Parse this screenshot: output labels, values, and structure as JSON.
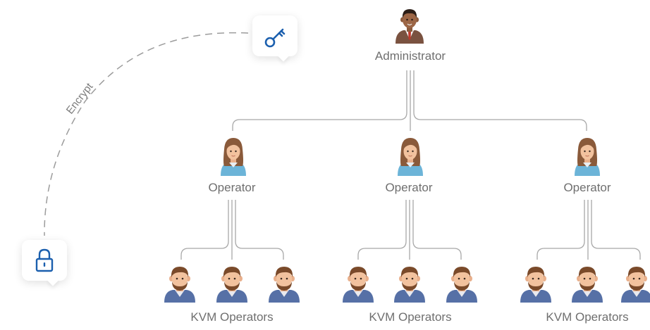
{
  "encrypt_label": "Encrypt",
  "admin": {
    "label": "Administrator"
  },
  "operators": [
    {
      "label": "Operator",
      "group_label": "KVM Operators"
    },
    {
      "label": "Operator",
      "group_label": "KVM Operators"
    },
    {
      "label": "Operator",
      "group_label": "KVM Operators"
    }
  ],
  "colors": {
    "icon_blue": "#1b5fae",
    "connector": "#a8a8a8",
    "dash": "#9c9c9c",
    "label": "#6f6f6f",
    "male_shirt": "#5670a6",
    "female_shirt": "#6cb4d8",
    "admin_suit": "#7a5240"
  },
  "icons": {
    "key": "key-icon",
    "lock": "lock-icon"
  }
}
